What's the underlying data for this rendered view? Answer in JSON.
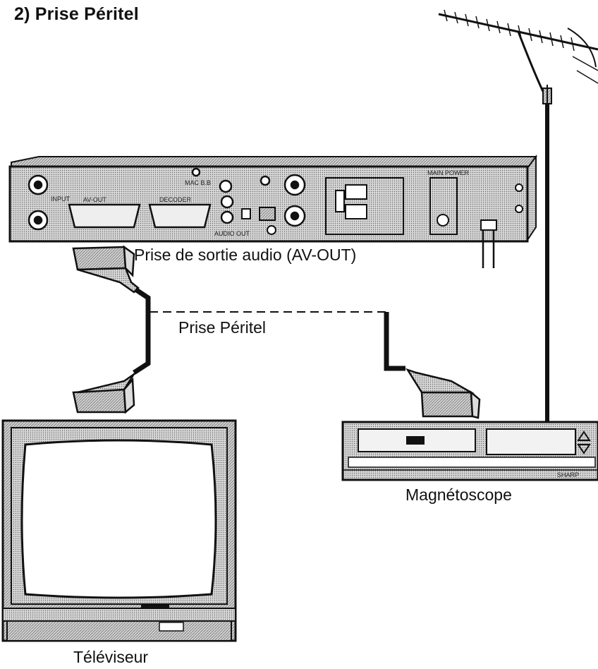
{
  "title": "2) Prise Péritel",
  "labels": {
    "av_out": "Prise de sortie audio (AV-OUT)",
    "scart": "Prise Péritel",
    "vcr": "Magnétoscope",
    "tv": "Téléviseur"
  },
  "panel_markings": {
    "av_out": "AV-OUT",
    "decoder": "DECODER",
    "audio_out": "AUDIO OUT",
    "input": "INPUT",
    "mac": "MAC B.B",
    "main_power": "MAIN POWER",
    "brand": "SHARP"
  },
  "colors": {
    "ink": "#111111",
    "screen": "#ffffff",
    "hatch": "#9a9a9a"
  }
}
